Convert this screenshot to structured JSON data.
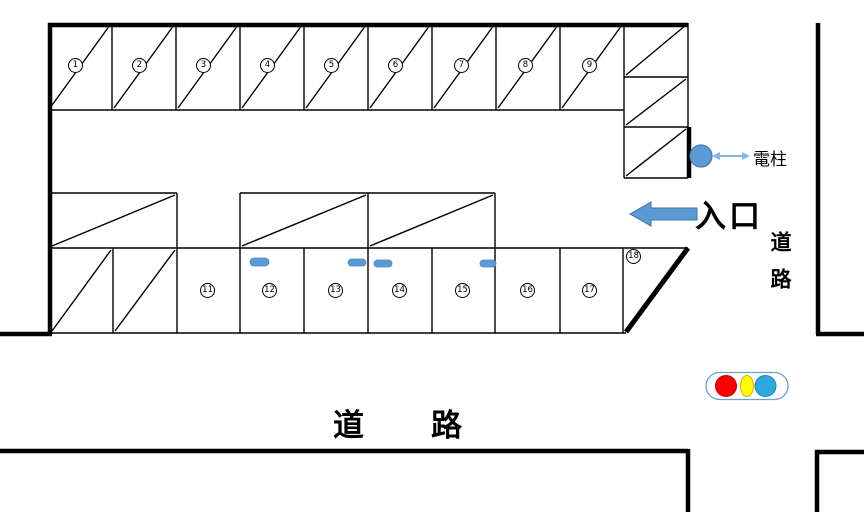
{
  "diagram": {
    "labels": {
      "entrance": "入口",
      "electric_pole": "電柱",
      "road_right": "道路",
      "road_bottom": "道路"
    },
    "spaces": {
      "top": [
        "1",
        "2",
        "3",
        "4",
        "5",
        "6",
        "7",
        "8",
        "9"
      ],
      "bottom": [
        "11",
        "12",
        "13",
        "14",
        "15",
        "16",
        "17",
        "18"
      ]
    },
    "traffic_signal": {
      "lights": [
        "red",
        "yellow",
        "blue"
      ]
    },
    "colors": {
      "accent_blue": "#5B9BD5",
      "signal_red": "#FF0000",
      "signal_yellow": "#FFFF00",
      "signal_blue": "#2EA9E0"
    }
  }
}
